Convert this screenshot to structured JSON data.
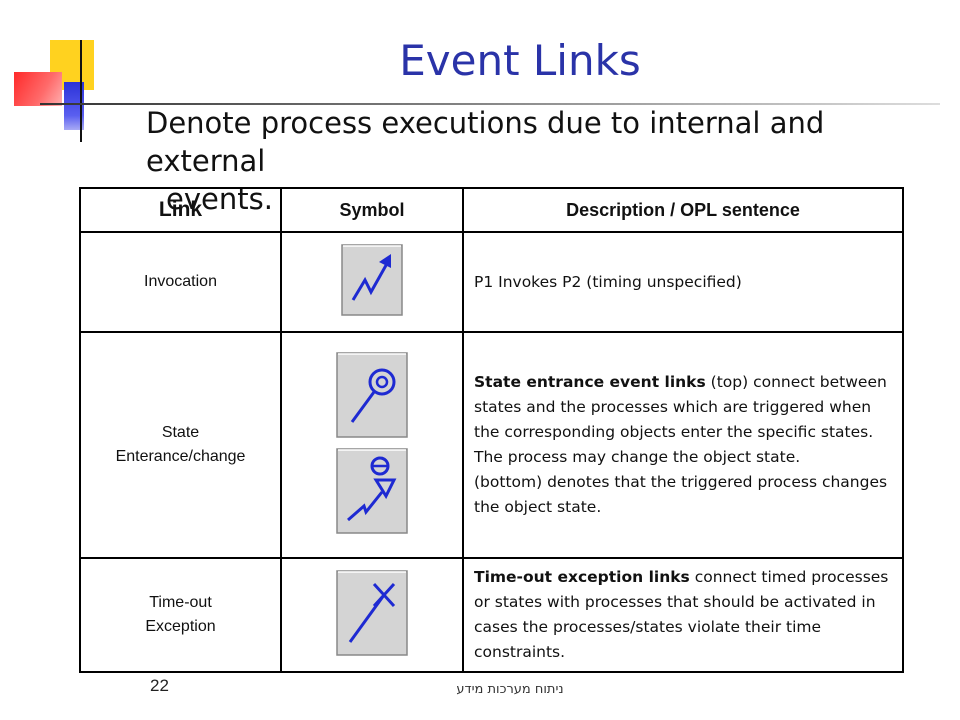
{
  "slide": {
    "title": "Event Links",
    "subtitle_line1": "Denote process executions due to internal and external",
    "subtitle_line2": "events.",
    "page_number": "22",
    "footer": "ניתוח מערכות מידע"
  },
  "table": {
    "headers": {
      "link": "Link",
      "symbol": "Symbol",
      "description": "Description / OPL sentence"
    },
    "rows": [
      {
        "link_line1": "Invocation",
        "link_line2": "",
        "icons": [
          "invocation-icon"
        ],
        "desc_bold": "",
        "desc_text": "P1 Invokes P2 (timing unspecified)",
        "desc_extra": ""
      },
      {
        "link_line1": "State",
        "link_line2": "Enterance/change",
        "icons": [
          "state-entrance-icon",
          "state-change-icon"
        ],
        "desc_bold": "State entrance event links",
        "desc_text": " (top) connect between states and the processes which are triggered when the corresponding objects enter the specific states. The process may change the object state.",
        "desc_extra": "(bottom) denotes that the triggered process changes the object state."
      },
      {
        "link_line1": "Time-out",
        "link_line2": "Exception",
        "icons": [
          "timeout-exception-icon"
        ],
        "desc_bold": "Time-out exception links",
        "desc_text": " connect timed processes or states with processes that should be activated in cases the processes/states violate their time constraints.",
        "desc_extra": ""
      }
    ]
  },
  "colors": {
    "title": "#2a33a8",
    "deco_yellow": "#ffd21f",
    "deco_red": "#ff3b3b",
    "deco_blue": "#3a3fd6",
    "icon_bg": "#d4d4d4",
    "icon_stroke": "#1e2ad2"
  }
}
